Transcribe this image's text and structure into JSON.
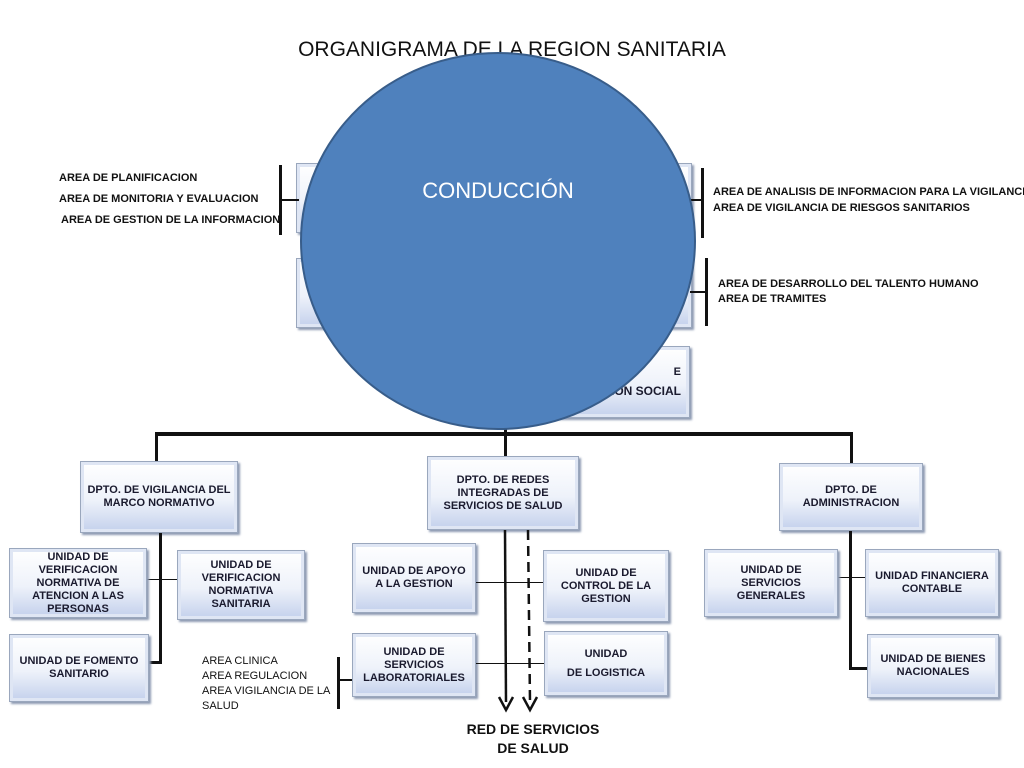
{
  "title": "ORGANIGRAMA DE LA REGION SANITARIA",
  "center": {
    "label": "CONDUCCIÓN"
  },
  "left_notes": [
    "AREA DE PLANIFICACION",
    "AREA DE MONITORIA Y EVALUACION",
    "AREA DE GESTION DE LA INFORMACION"
  ],
  "right_notes_top": [
    "AREA DE ANALISIS DE INFORMACION PARA LA VIGILANCIA",
    "AREA DE VIGILANCIA DE RIESGOS SANITARIOS"
  ],
  "right_notes_mid": [
    "AREA DE DESARROLLO DEL TALENTO HUMANO",
    "AREA DE TRAMITES"
  ],
  "partial_box": {
    "line1": "E",
    "line2": "CIÓN SOCIAL"
  },
  "departments": {
    "vigilancia": "DPTO. DE VIGILANCIA DEL MARCO NORMATIVO",
    "redes": "DPTO. DE REDES INTEGRADAS DE SERVICIOS DE SALUD",
    "administracion": "DPTO. DE ADMINISTRACION"
  },
  "units": {
    "verif_atencion": "UNIDAD DE VERIFICACION NORMATIVA DE ATENCION A LAS PERSONAS",
    "verif_sanitaria": "UNIDAD DE VERIFICACION NORMATIVA SANITARIA",
    "fomento": "UNIDAD DE FOMENTO SANITARIO",
    "apoyo": "UNIDAD DE APOYO A LA GESTION",
    "control": "UNIDAD DE CONTROL DE LA GESTION",
    "laboratoriales": "UNIDAD DE SERVICIOS LABORATORIALES",
    "logistica_1": "UNIDAD",
    "logistica_2": "DE LOGISTICA",
    "servicios_generales": "UNIDAD DE SERVICIOS GENERALES",
    "financiera": "UNIDAD FINANCIERA CONTABLE",
    "bienes": "UNIDAD DE BIENES NACIONALES"
  },
  "lab_notes": [
    "AREA  CLINICA",
    "AREA  REGULACION",
    "AREA VIGILANCIA DE LA",
    "SALUD"
  ],
  "red_servicios": {
    "line1": "RED DE SERVICIOS",
    "line2": "DE SALUD"
  }
}
